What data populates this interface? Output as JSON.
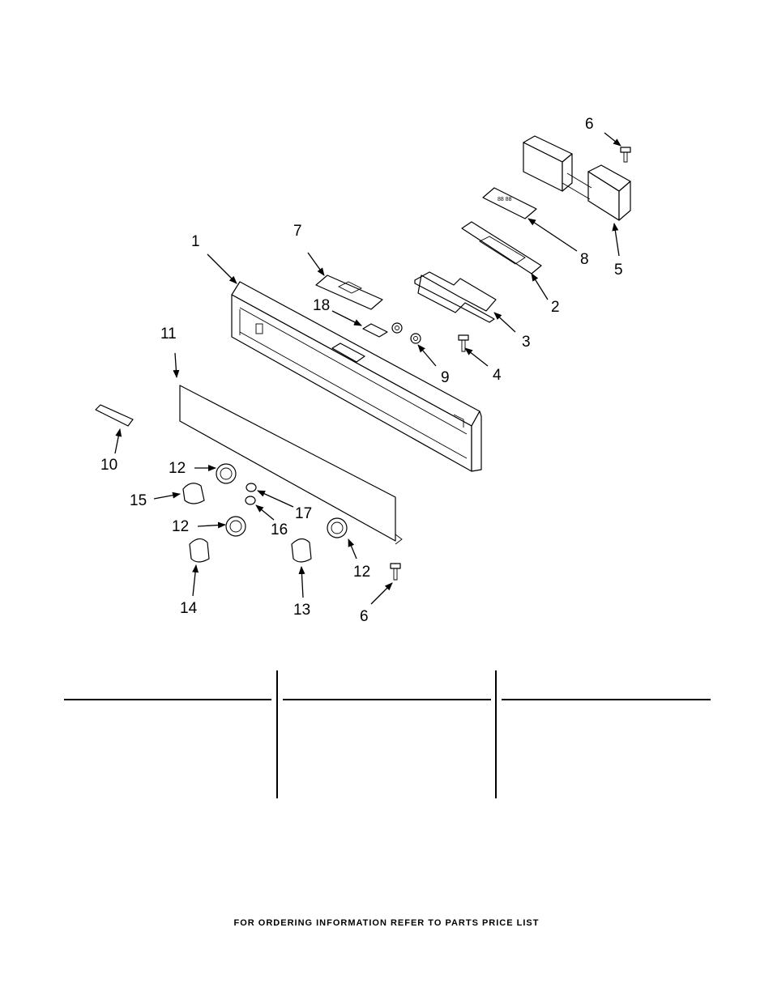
{
  "callouts": [
    {
      "id": "c1",
      "label": "1"
    },
    {
      "id": "c2",
      "label": "2"
    },
    {
      "id": "c3",
      "label": "3"
    },
    {
      "id": "c4",
      "label": "4"
    },
    {
      "id": "c5",
      "label": "5"
    },
    {
      "id": "c6a",
      "label": "6"
    },
    {
      "id": "c6b",
      "label": "6"
    },
    {
      "id": "c7",
      "label": "7"
    },
    {
      "id": "c8",
      "label": "8"
    },
    {
      "id": "c9",
      "label": "9"
    },
    {
      "id": "c10",
      "label": "10"
    },
    {
      "id": "c11",
      "label": "11"
    },
    {
      "id": "c12a",
      "label": "12"
    },
    {
      "id": "c12b",
      "label": "12"
    },
    {
      "id": "c12c",
      "label": "12"
    },
    {
      "id": "c13",
      "label": "13"
    },
    {
      "id": "c14",
      "label": "14"
    },
    {
      "id": "c15",
      "label": "15"
    },
    {
      "id": "c16",
      "label": "16"
    },
    {
      "id": "c17",
      "label": "17"
    },
    {
      "id": "c18",
      "label": "18"
    }
  ],
  "footer": {
    "text": "FOR ORDERING INFORMATION REFER TO PARTS PRICE LIST"
  }
}
